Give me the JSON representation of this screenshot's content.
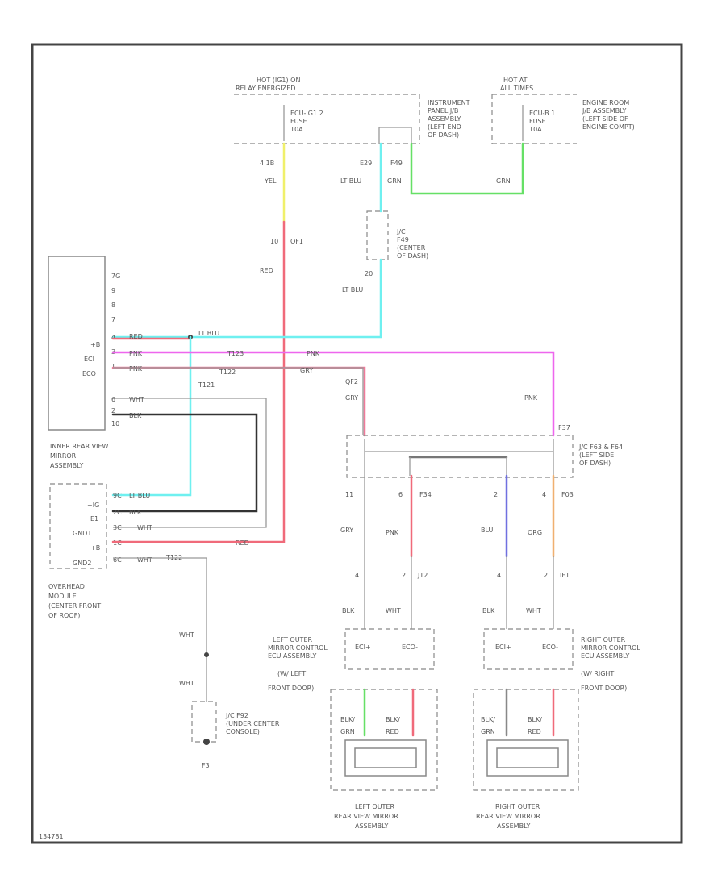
{
  "footer_code": "134781",
  "colors": {
    "yellow": "#f0f06a",
    "cyan": "#6ff0f0",
    "green": "#66e066",
    "red": "#f06a7a",
    "magenta": "#ee66ee",
    "pink": "#f07a9a",
    "black": "#333333",
    "gray": "#b0b0b0",
    "blue": "#7070e0",
    "orange": "#f0b070"
  },
  "top": {
    "hot_ig_label": "HOT (IG1) ON",
    "relay_label": "RELAY ENERGIZED",
    "hot_at_label": "HOT AT",
    "all_times": "ALL TIMES",
    "fuse_left": [
      "ECU-IG1 2",
      "FUSE",
      "10A"
    ],
    "fuse_right": [
      "ECU-B 1",
      "FUSE",
      "10A"
    ],
    "ip_junction": [
      "INSTRUMENT",
      "PANEL J/B",
      "ASSEMBLY",
      "(LEFT END",
      "OF DASH)"
    ],
    "engine_room": [
      "ENGINE ROOM",
      "J/B ASSEMBLY",
      "(LEFT SIDE OF",
      "ENGINE COMPT)"
    ],
    "pin_4_1b": "4 1B",
    "pin_e29": "E29",
    "pin_f49": "F49",
    "wire_yel": "YEL",
    "wire_lt_blu": "LT BLU",
    "wire_grn": "GRN",
    "wire_grn2": "GRN"
  },
  "jc_f49": {
    "label": [
      "J/C",
      "F49",
      "(CENTER",
      "OF DASH)"
    ],
    "pin_20": "20",
    "wire_lt_blu": "LT BLU"
  },
  "red_feed": {
    "pin": "10",
    "conn": "QF1",
    "wire": "RED"
  },
  "inner_mirror": {
    "label": [
      "INNER REAR VIEW",
      "MIRROR",
      "ASSEMBLY"
    ],
    "right_pins": [
      "7G",
      "9",
      "8",
      "7",
      "4",
      "3",
      "1",
      "6",
      "2",
      "10"
    ],
    "left_pins": [
      "+B",
      "ECI",
      "ECO"
    ],
    "wires": [
      "RED",
      "LT BLU",
      "PNK",
      "PNK",
      "WHT",
      "BLK"
    ],
    "conns": [
      "T121",
      "T123",
      "T122",
      "T122"
    ]
  },
  "overhead": {
    "label": [
      "OVERHEAD",
      "MODULE",
      "(CENTER FRONT",
      "OF ROOF)"
    ],
    "pins": [
      "+IG",
      "E1",
      "GND1",
      "+B",
      "GND2"
    ],
    "wires": [
      "LT BLU",
      "BLK",
      "WHT",
      "WHT",
      "RED",
      "WHT"
    ],
    "pin_nums": [
      "9C",
      "2C",
      "3C",
      "1C",
      "6C"
    ],
    "conn": "T122"
  },
  "mid": {
    "gry": "GRY",
    "gry2": "GRY",
    "pnk": "PNK",
    "pnk2": "PNK",
    "f37": "F37",
    "qf2": "QF2",
    "wht": "WHT",
    "t123": "T123"
  },
  "jc_f63": {
    "label": [
      "J/C F63 & F64",
      "(LEFT SIDE",
      "OF DASH)"
    ],
    "pins": [
      "11",
      "6",
      "2",
      "4"
    ],
    "wires": [
      "GRY",
      "PNK",
      "BLU",
      "ORG"
    ],
    "conns": [
      "F34",
      "F03"
    ]
  },
  "left_ecu": {
    "label": [
      "LEFT OUTER",
      "MIRROR CONTROL",
      "ECU ASSEMBLY",
      "(W/ LEFT",
      "FRONT DOOR)"
    ],
    "pins": [
      "ECI+",
      "ECO-"
    ],
    "nums": [
      "4",
      "2",
      "JT2"
    ],
    "wires": [
      "BLK",
      "WHT"
    ]
  },
  "right_ecu": {
    "label": [
      "RIGHT OUTER",
      "MIRROR CONTROL",
      "ECU ASSEMBLY",
      "(W/ RIGHT",
      "FRONT DOOR)"
    ],
    "pins": [
      "ECI+",
      "ECO-"
    ],
    "nums": [
      "4",
      "2",
      "IF1"
    ],
    "wires": [
      "BLK",
      "WHT"
    ]
  },
  "left_mirror": {
    "label": [
      "LEFT OUTER",
      "REAR VIEW MIRROR",
      "ASSEMBLY"
    ],
    "wires": [
      "BLK/",
      "GRN",
      "BLK/",
      "RED"
    ]
  },
  "right_mirror": {
    "label": [
      "RIGHT OUTER",
      "REAR VIEW MIRROR",
      "ASSEMBLY"
    ],
    "wires": [
      "BLK/",
      "GRN",
      "BLK/",
      "RED"
    ]
  },
  "ground": {
    "wht1": "WHT",
    "wht2": "WHT",
    "label": [
      "J/C F92",
      "(UNDER CENTER",
      "CONSOLE)"
    ],
    "ground_id": "F3"
  }
}
